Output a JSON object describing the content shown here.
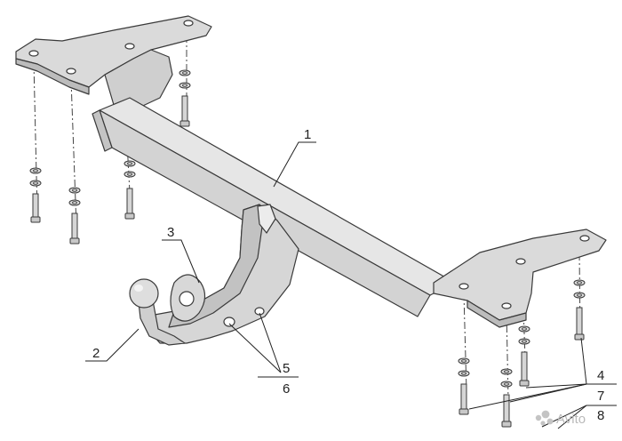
{
  "diagram": {
    "callouts": [
      "1",
      "2",
      "3",
      "4",
      "5",
      "6",
      "7",
      "8"
    ],
    "watermark": "Avito"
  },
  "colors": {
    "steel": "#d9d9d9",
    "steel_dark": "#bdbdbd",
    "steel_light": "#e8e8e8",
    "outline": "#3a3a3a",
    "leader": "#222222"
  },
  "icons": {
    "watermark": "avito-logo-icon"
  }
}
